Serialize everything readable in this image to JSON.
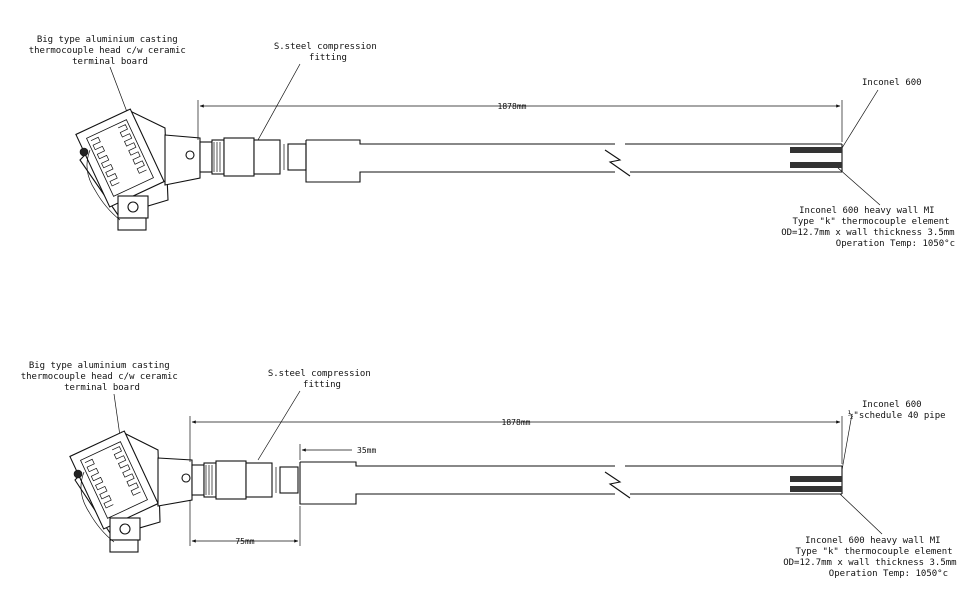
{
  "diagrams": [
    {
      "head_label": [
        "Big type aluminium casting",
        "thermocouple head c/w ceramic",
        "terminal board"
      ],
      "fitting_label": [
        "S.steel compression",
        "fitting"
      ],
      "length_label": "1878mm",
      "tip_label": [
        "Inconel 600"
      ],
      "element_label": [
        "Inconel 600 heavy wall MI",
        "Type \"k\" thermocouple element",
        "OD=12.7mm x wall thickness 3.5mm",
        "Operation Temp: 1050°c"
      ]
    },
    {
      "head_label": [
        "Big type aluminium casting",
        "thermocouple head c/w ceramic",
        "terminal board"
      ],
      "fitting_label": [
        "S.steel compression",
        "fitting"
      ],
      "length_label": "1878mm",
      "offset_label": "35mm",
      "fitting_length_label": "75mm",
      "tip_label": [
        "Inconel 600",
        "½\"schedule 40 pipe"
      ],
      "element_label": [
        "Inconel 600 heavy wall MI",
        "Type \"k\" thermocouple element",
        "OD=12.7mm x wall thickness 3.5mm",
        "Operation Temp: 1050°c"
      ]
    }
  ]
}
